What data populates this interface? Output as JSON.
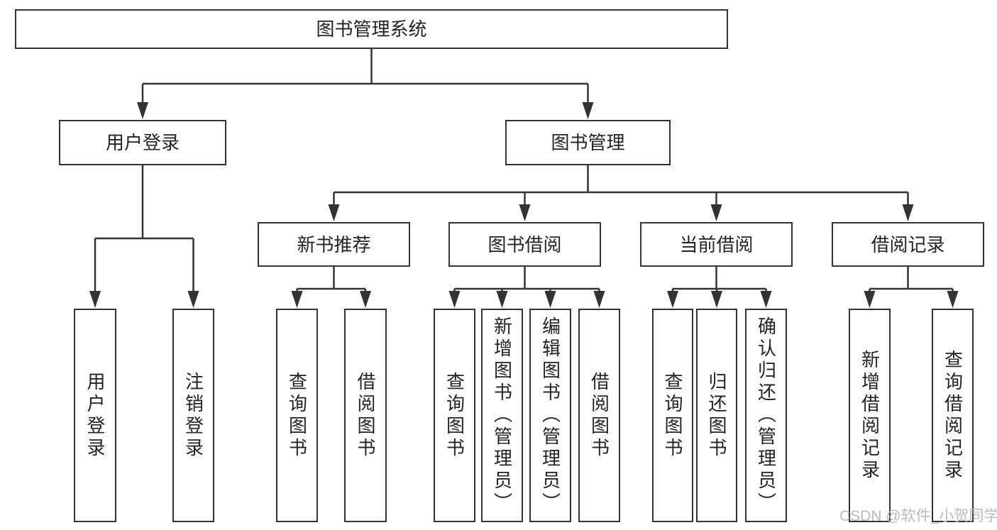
{
  "diagram": {
    "type": "tree",
    "root": {
      "label": "图书管理系统"
    },
    "branches": [
      {
        "label": "用户登录",
        "parent": "图书管理系统"
      },
      {
        "label": "图书管理",
        "parent": "图书管理系统"
      }
    ],
    "modules": [
      {
        "label": "新书推荐",
        "parent": "图书管理"
      },
      {
        "label": "图书借阅",
        "parent": "图书管理"
      },
      {
        "label": "当前借阅",
        "parent": "图书管理"
      },
      {
        "label": "借阅记录",
        "parent": "图书管理"
      }
    ],
    "leaves": [
      {
        "label": "用户登录",
        "parent": "用户登录"
      },
      {
        "label": "注销登录",
        "parent": "用户登录"
      },
      {
        "label": "查询图书",
        "parent": "新书推荐"
      },
      {
        "label": "借阅图书",
        "parent": "新书推荐"
      },
      {
        "label": "查询图书",
        "parent": "图书借阅"
      },
      {
        "label": "新增图书（管理员）",
        "parent": "图书借阅"
      },
      {
        "label": "编辑图书（管理员）",
        "parent": "图书借阅"
      },
      {
        "label": "借阅图书",
        "parent": "图书借阅"
      },
      {
        "label": "查询图书",
        "parent": "当前借阅"
      },
      {
        "label": "归还图书",
        "parent": "当前借阅"
      },
      {
        "label": "确认归还（管理员）",
        "parent": "当前借阅"
      },
      {
        "label": "新增借阅记录",
        "parent": "借阅记录"
      },
      {
        "label": "查询借阅记录",
        "parent": "借阅记录"
      }
    ]
  },
  "watermark": {
    "text": "CSDN @软件_小贺同学",
    "color": "#b9bdc2"
  },
  "colors": {
    "line": "#333333",
    "box_border": "#333333",
    "text": "#242424",
    "background": "#ffffff"
  }
}
